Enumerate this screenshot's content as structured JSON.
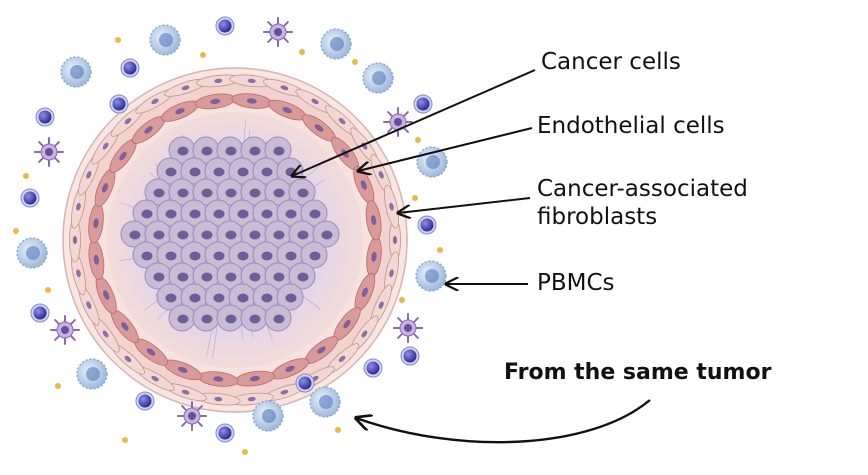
{
  "labels": {
    "cancer_cells": "Cancer cells",
    "endothelial_cells": "Endothelial cells",
    "caf_line1": "Cancer-associated",
    "caf_line2": "fibroblasts",
    "pbmcs": "PBMCs",
    "same_tumor": "From the same tumor"
  },
  "colors": {
    "cancer_cell_fill": "#c9bcd6",
    "cancer_nucleus": "#6e5d97",
    "endothelial": "#d99a9a",
    "fibroblast": "#f1d8d2",
    "pbmc_blue": "#a9c3e0",
    "pbmc_dark": "#3e3fa8",
    "dendritic": "#8a6bb0",
    "platelet": "#e7b94a",
    "arrow": "#111111"
  }
}
